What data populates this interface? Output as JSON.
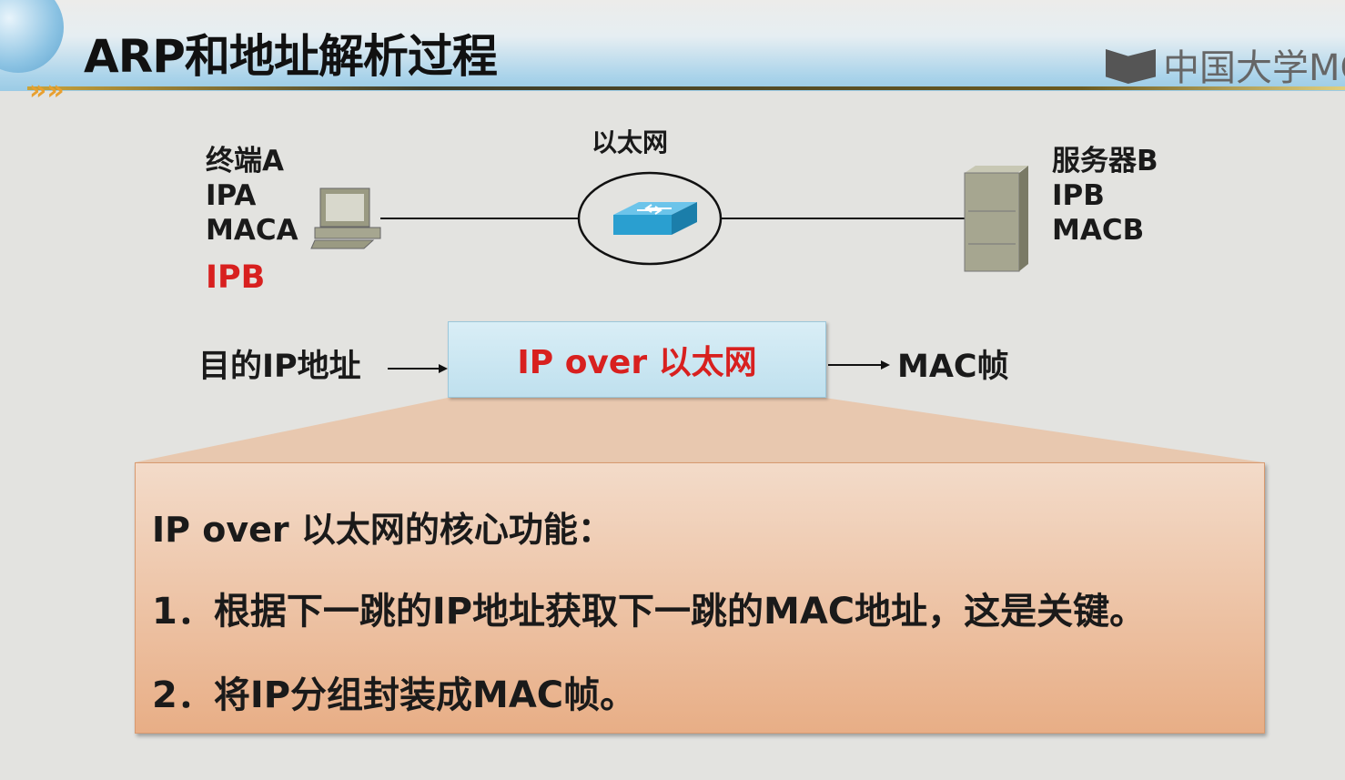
{
  "slide": {
    "title": "ARP和地址解析过程",
    "logo_text": "中国大学MO"
  },
  "diagram": {
    "network_label": "以太网",
    "terminal": {
      "name": "终端A",
      "ip": "IPA",
      "mac": "MACA",
      "target_ip": "IPB"
    },
    "server": {
      "name": "服务器B",
      "ip": "IPB",
      "mac": "MACB"
    },
    "flow": {
      "input": "目的IP地址",
      "process": "IP over 以太网",
      "output": "MAC帧"
    }
  },
  "callout": {
    "heading": "IP over 以太网的核心功能：",
    "items": [
      "1．根据下一跳的IP地址获取下一跳的MAC地址，这是关键。",
      "2．将IP分组封装成MAC帧。"
    ]
  },
  "colors": {
    "highlight": "#d8201f",
    "switch": "#2a9fd0"
  }
}
